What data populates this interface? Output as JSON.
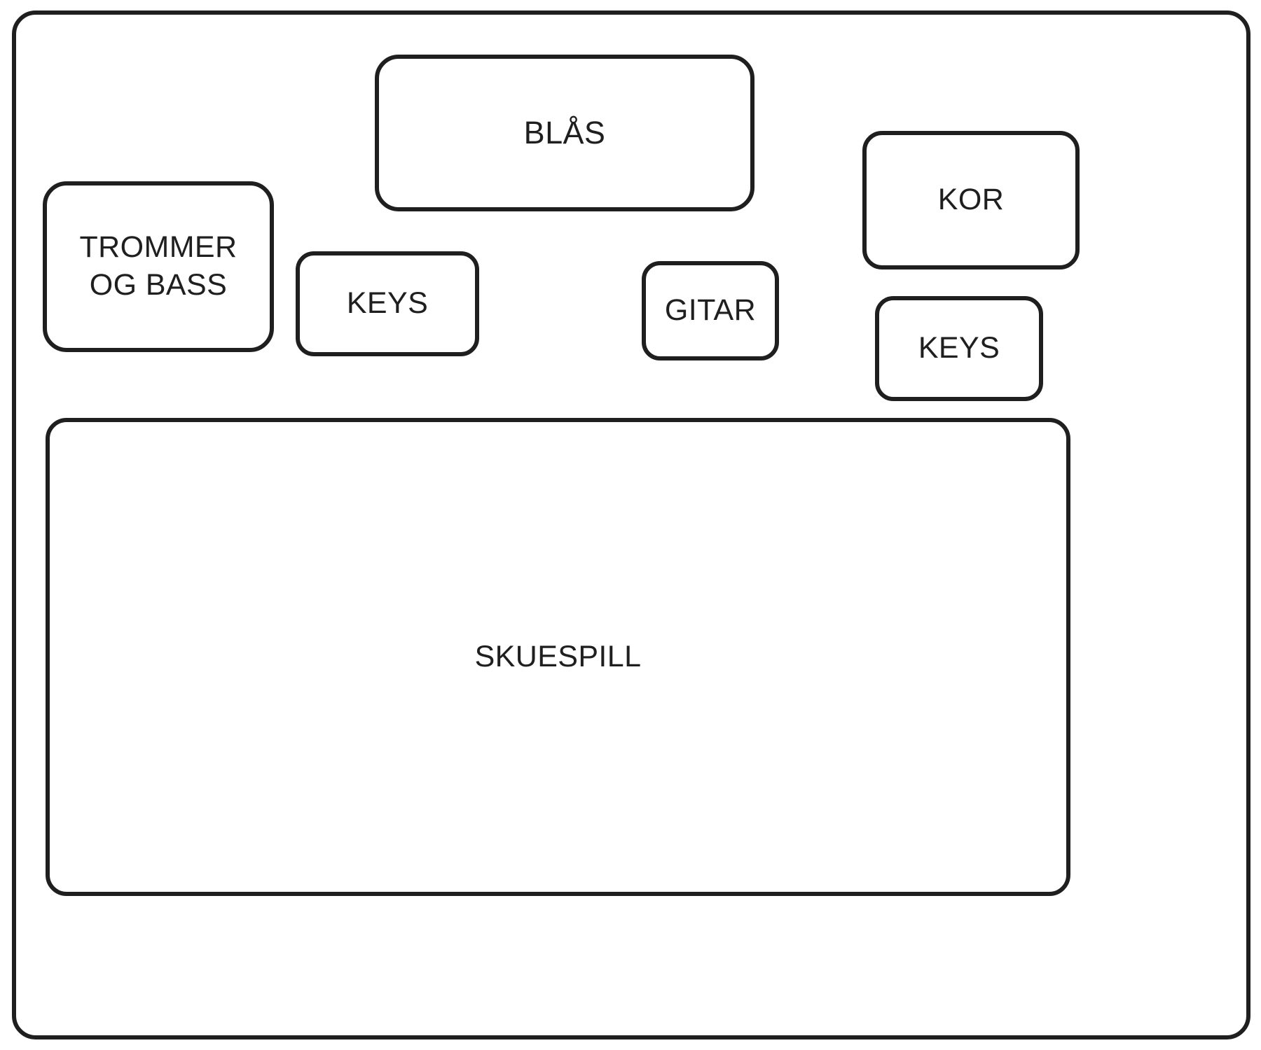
{
  "diagram": {
    "title": "",
    "stage_label": "",
    "stroke_color": "#1f1f1f",
    "background_color": "#ffffff",
    "groups": [
      {
        "id": "trommer-og-bass",
        "label": "TROMMER\nOG BASS"
      },
      {
        "id": "blas",
        "label": "BLÅS"
      },
      {
        "id": "kor",
        "label": "KOR"
      },
      {
        "id": "keys-left",
        "label": "KEYS"
      },
      {
        "id": "gitar",
        "label": "GITAR"
      },
      {
        "id": "keys-right",
        "label": "KEYS"
      },
      {
        "id": "skuespill",
        "label": "SKUESPILL"
      }
    ]
  }
}
